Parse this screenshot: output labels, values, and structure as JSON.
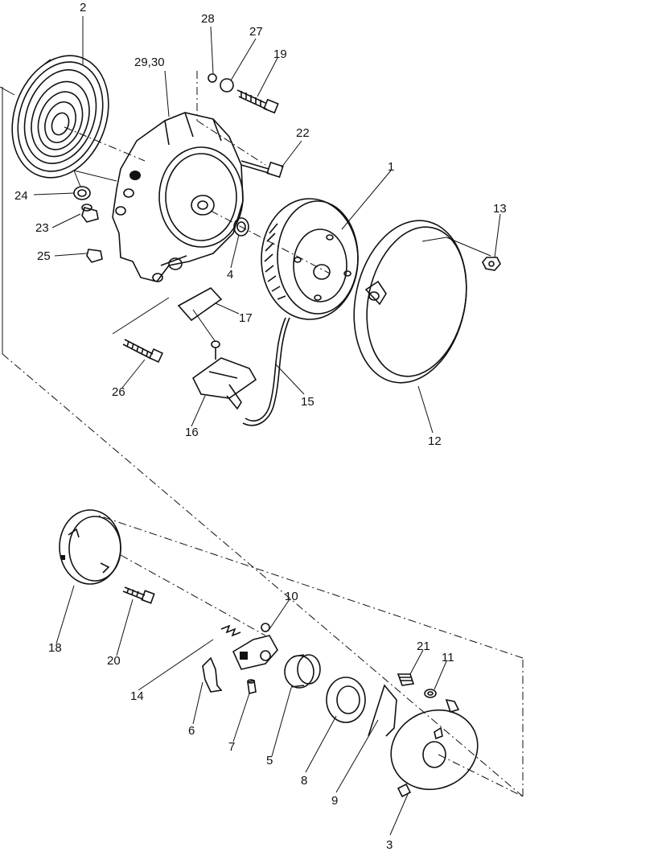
{
  "callouts": {
    "c1": "1",
    "c2": "2",
    "c3": "3",
    "c4": "4",
    "c5": "5",
    "c6": "6",
    "c7": "7",
    "c8": "8",
    "c9": "9",
    "c10": "10",
    "c11": "11",
    "c12": "12",
    "c13": "13",
    "c14": "14",
    "c15": "15",
    "c16": "16",
    "c17": "17",
    "c18": "18",
    "c19": "19",
    "c20": "20",
    "c21": "21",
    "c22": "22",
    "c23": "23",
    "c24": "24",
    "c25": "25",
    "c26": "26",
    "c27": "27",
    "c28": "28",
    "c2930": "29,30"
  }
}
